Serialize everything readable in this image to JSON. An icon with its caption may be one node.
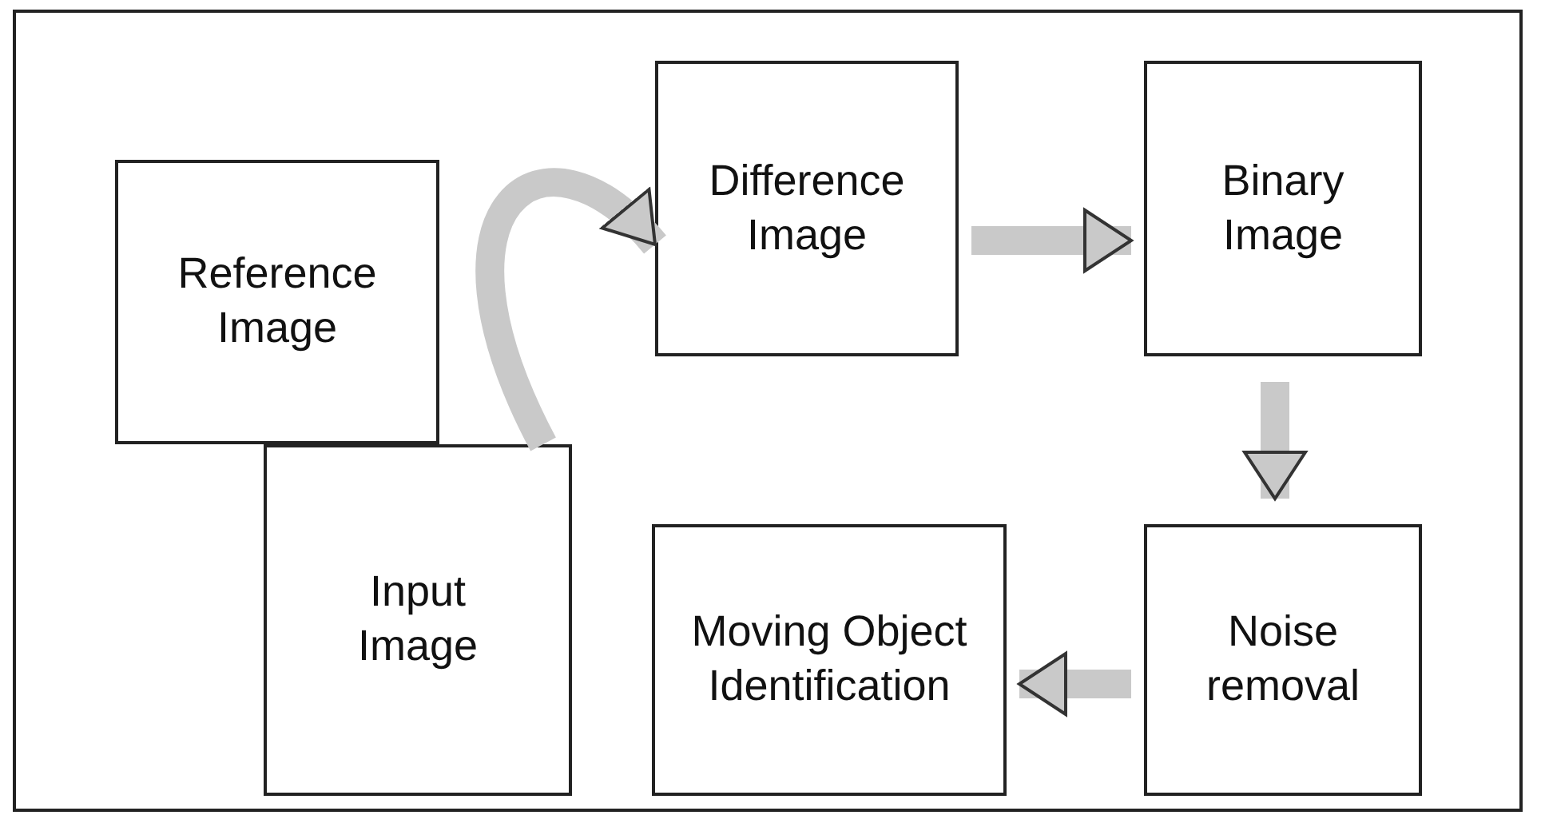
{
  "diagram": {
    "nodes": [
      {
        "text": [
          "Reference Image"
        ]
      },
      {
        "text": [
          "Input Image"
        ]
      },
      {
        "text": [
          "Difference Image"
        ]
      },
      {
        "text": [
          "Binary Image"
        ]
      },
      {
        "text": [
          "Noise removal"
        ]
      },
      {
        "text": [
          "Moving Object Identification"
        ]
      }
    ],
    "edges": [
      {
        "from": 1,
        "to": 2,
        "arrow": "to"
      },
      {
        "from": 2,
        "to": 3,
        "arrow": "to"
      },
      {
        "from": 3,
        "to": 4,
        "arrow": "to"
      },
      {
        "from": 4,
        "to": 5,
        "arrow": "to"
      }
    ]
  }
}
